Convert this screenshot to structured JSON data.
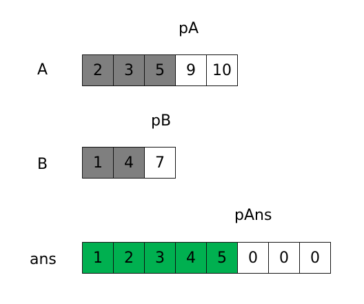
{
  "arrays": [
    {
      "name": "A",
      "pointer_label": "pA",
      "pointer_index": 3,
      "cells": [
        {
          "value": "2",
          "state": "grey"
        },
        {
          "value": "3",
          "state": "grey"
        },
        {
          "value": "5",
          "state": "grey"
        },
        {
          "value": "9",
          "state": "white"
        },
        {
          "value": "10",
          "state": "white"
        }
      ]
    },
    {
      "name": "B",
      "pointer_label": "pB",
      "pointer_index": 2,
      "cells": [
        {
          "value": "1",
          "state": "grey"
        },
        {
          "value": "4",
          "state": "grey"
        },
        {
          "value": "7",
          "state": "white"
        }
      ]
    },
    {
      "name": "ans",
      "pointer_label": "pAns",
      "pointer_index": 5,
      "cells": [
        {
          "value": "1",
          "state": "green"
        },
        {
          "value": "2",
          "state": "green"
        },
        {
          "value": "3",
          "state": "green"
        },
        {
          "value": "4",
          "state": "green"
        },
        {
          "value": "5",
          "state": "green"
        },
        {
          "value": "0",
          "state": "white"
        },
        {
          "value": "0",
          "state": "white"
        },
        {
          "value": "0",
          "state": "white"
        }
      ]
    }
  ],
  "colors": {
    "processed": "#7f7f7f",
    "merged": "#00b050",
    "empty": "#ffffff",
    "border": "#111111"
  }
}
